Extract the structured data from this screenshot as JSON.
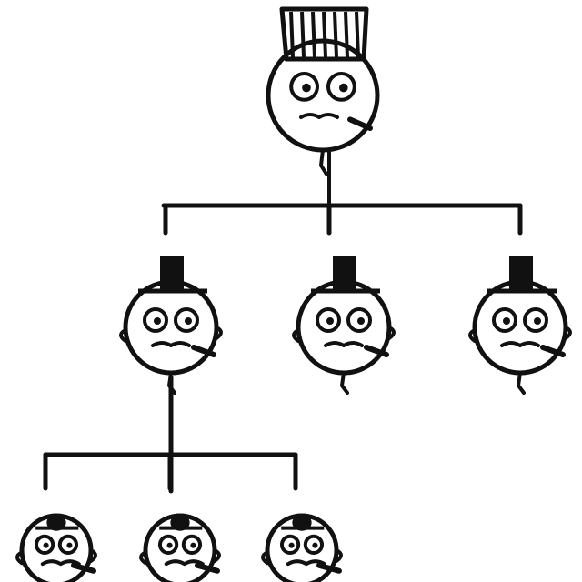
{
  "diagram": {
    "type": "hierarchy",
    "ink_color": "#111111",
    "background": "#ffffff",
    "levels": [
      {
        "role": "root",
        "count": 1,
        "hat": "tall-striped-top-hat"
      },
      {
        "role": "middle",
        "count": 3,
        "hat": "top-hat"
      },
      {
        "role": "leaf",
        "count": 3,
        "hat": "bowler-hat",
        "parent_index": 0
      }
    ]
  }
}
